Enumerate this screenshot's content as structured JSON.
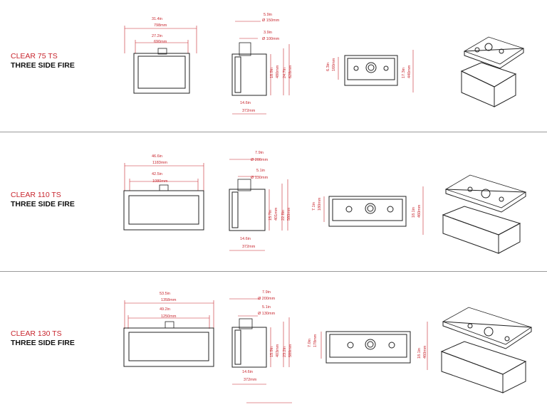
{
  "models": [
    {
      "name": "CLEAR 75 TS",
      "subtitle": "THREE SIDE FIRE",
      "front": {
        "outer_in": "31.4in",
        "outer_mm": "798mm",
        "inner_in": "27.2in",
        "inner_mm": "690mm"
      },
      "side": {
        "flue_outer_in": "5.9in",
        "flue_outer_mm": "Ø 150mm",
        "flue_inner_in": "3.9in",
        "flue_inner_mm": "Ø 100mm",
        "h1_in": "18.9in",
        "h1_mm": "480mm",
        "h2_in": "24.7in",
        "h2_mm": "628mm",
        "depth_in": "14.6in",
        "depth_mm": "372mm"
      },
      "top": {
        "left_in": "6.3in",
        "left_mm": "160mm",
        "right_in": "17.3in",
        "right_mm": "440mm"
      }
    },
    {
      "name": "CLEAR 110 TS",
      "subtitle": "THREE SIDE FIRE",
      "front": {
        "outer_in": "46.6in",
        "outer_mm": "1183mm",
        "inner_in": "42.5in",
        "inner_mm": "1080mm"
      },
      "side": {
        "flue_outer_in": "7.9in",
        "flue_outer_mm": "Ø 200mm",
        "flue_inner_in": "5.1in",
        "flue_inner_mm": "Ø 130mm",
        "h1_in": "15.7in",
        "h1_mm": "401mm",
        "h2_in": "22.8in",
        "h2_mm": "580mm",
        "depth_in": "14.6in",
        "depth_mm": "372mm"
      },
      "top": {
        "left_in": "7.1in",
        "left_mm": "180mm",
        "right_in": "18.1in",
        "right_mm": "460mm"
      }
    },
    {
      "name": "CLEAR 130 TS",
      "subtitle": "THREE SIDE FIRE",
      "front": {
        "outer_in": "53.5in",
        "outer_mm": "1358mm",
        "inner_in": "49.2in",
        "inner_mm": "1250mm"
      },
      "side": {
        "flue_outer_in": "7.9in",
        "flue_outer_mm": "Ø 200mm",
        "flue_inner_in": "5.1in",
        "flue_inner_mm": "Ø 130mm",
        "h1_in": "15.9in",
        "h1_mm": "403mm",
        "h2_in": "23.2in",
        "h2_mm": "589mm",
        "depth_in": "14.6in",
        "depth_mm": "372mm"
      },
      "top": {
        "left_in": "7.0in",
        "left_mm": "178mm",
        "right_in": "18.1in",
        "right_mm": "460mm"
      }
    }
  ],
  "colors": {
    "accent": "#c8262e",
    "line": "#222222",
    "separator": "#9a9a9a"
  }
}
